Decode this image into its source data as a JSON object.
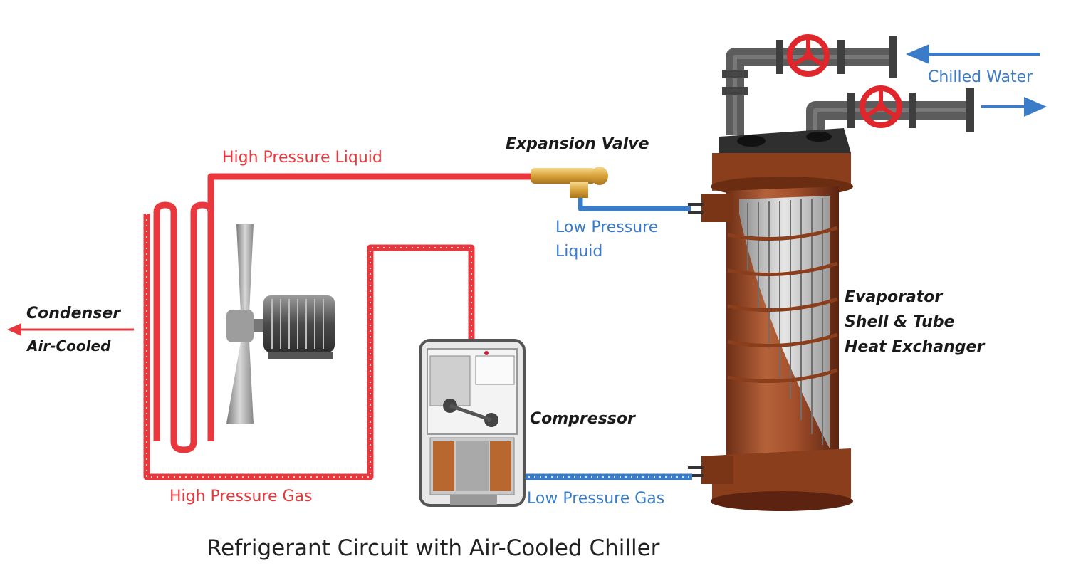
{
  "title": "Refrigerant Circuit with Air-Cooled Chiller",
  "labels": {
    "high_pressure_liquid": "High Pressure Liquid",
    "expansion_valve": "Expansion Valve",
    "low_pressure_liquid_1": "Low Pressure",
    "low_pressure_liquid_2": "Liquid",
    "chilled_water": "Chilled Water",
    "condenser": "Condenser",
    "air_cooled": "Air-Cooled",
    "compressor": "Compressor",
    "evaporator_1": "Evaporator",
    "evaporator_2": "Shell & Tube",
    "evaporator_3": "Heat Exchanger",
    "high_pressure_gas": "High Pressure Gas",
    "low_pressure_gas": "Low Pressure Gas"
  },
  "colors": {
    "high_pressure_line": "#e8383d",
    "low_pressure_line": "#3b7cc9",
    "evaporator_shell": "#a4502c",
    "pipe_gray": "#5c5c5c",
    "valve_red": "#e0262b",
    "expansion_valve_brass": "#d9a23a"
  }
}
